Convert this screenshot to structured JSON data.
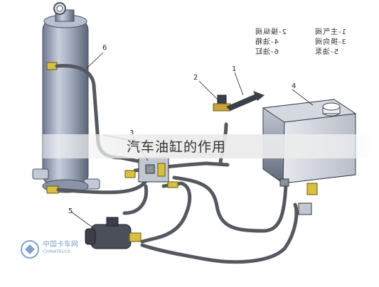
{
  "caption": "汽车油缸的作用",
  "legend": {
    "left_column": [
      "1-主气阀",
      "3-换向阀",
      "5-油泵"
    ],
    "right_column": [
      "2-操纵阀",
      "4-油箱",
      "6-油缸"
    ]
  },
  "callouts": [
    "1",
    "2",
    "3",
    "4",
    "5",
    "6"
  ],
  "watermark": {
    "title": "中国卡车网",
    "subtitle": "CHINATRUCK"
  },
  "colors": {
    "hose": "#55595f",
    "cylinder": "#9aa3b8",
    "tank": "#8e96a6",
    "fitting": "#d8c040"
  }
}
